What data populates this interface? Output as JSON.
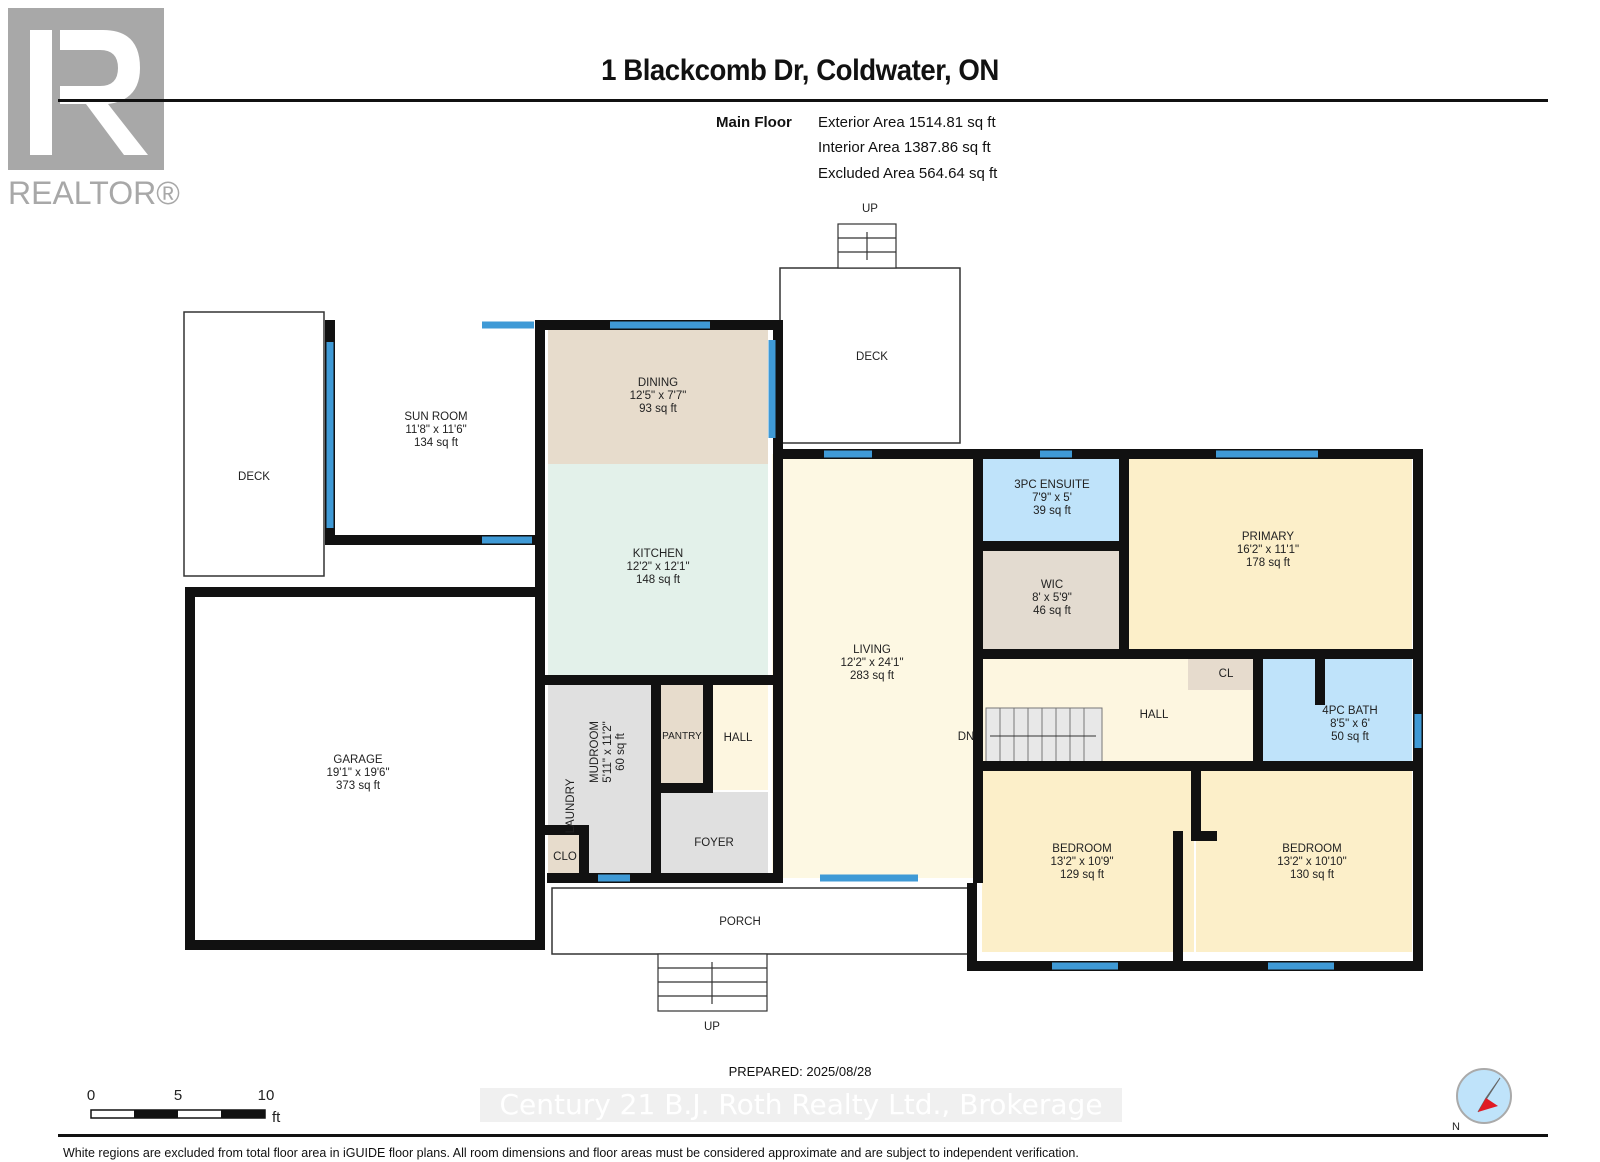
{
  "header": {
    "title": "1 Blackcomb Dr, Coldwater, ON",
    "logo_text": "REALTOR®"
  },
  "summary": {
    "floor": "Main Floor",
    "exterior": "Exterior Area 1514.81 sq ft",
    "interior": "Interior Area 1387.86 sq ft",
    "excluded": "Excluded Area 564.64 sq ft"
  },
  "rooms": {
    "sunroom": {
      "name": "SUN ROOM",
      "dims": "11'8\" x 11'6\"",
      "area": "134 sq ft"
    },
    "dining": {
      "name": "DINING",
      "dims": "12'5\" x 7'7\"",
      "area": "93 sq ft"
    },
    "kitchen": {
      "name": "KITCHEN",
      "dims": "12'2\" x 12'1\"",
      "area": "148 sq ft"
    },
    "living": {
      "name": "LIVING",
      "dims": "12'2\" x 24'1\"",
      "area": "283 sq ft"
    },
    "ensuite": {
      "name": "3PC ENSUITE",
      "dims": "7'9\" x 5'",
      "area": "39 sq ft"
    },
    "wic": {
      "name": "WIC",
      "dims": "8' x 5'9\"",
      "area": "46 sq ft"
    },
    "primary": {
      "name": "PRIMARY",
      "dims": "16'2\" x 11'1\"",
      "area": "178 sq ft"
    },
    "bath": {
      "name": "4PC BATH",
      "dims": "8'5\" x 6'",
      "area": "50 sq ft"
    },
    "bedroom1": {
      "name": "BEDROOM",
      "dims": "13'2\" x 10'9\"",
      "area": "129 sq ft"
    },
    "bedroom2": {
      "name": "BEDROOM",
      "dims": "13'2\" x 10'10\"",
      "area": "130 sq ft"
    },
    "garage": {
      "name": "GARAGE",
      "dims": "19'1\" x 19'6\"",
      "area": "373 sq ft"
    },
    "mudroom": {
      "name": "MUDROOM",
      "dims": "5'11\" x 11'2\"",
      "area": "60 sq ft"
    },
    "laundry": "LAUNDRY",
    "pantry": "PANTRY",
    "hall_small": "HALL",
    "hall": "HALL",
    "foyer": "FOYER",
    "clo": "CLO",
    "cl": "CL",
    "porch": "PORCH",
    "deck_left": "DECK",
    "deck_top": "DECK"
  },
  "labels": {
    "up_top": "UP",
    "up_bottom": "UP",
    "down": "DN"
  },
  "scale": {
    "ticks": [
      "0",
      "5",
      "10"
    ],
    "unit": "ft"
  },
  "footer": {
    "prepared": "PREPARED: 2025/08/28",
    "watermark": "Century 21 B.J. Roth Realty Ltd., Brokerage",
    "disclaimer": "White regions are excluded from total floor area in iGUIDE floor plans. All room dimensions and floor areas must be considered approximate and are subject to independent verification."
  },
  "colors": {
    "wall": "#111111",
    "window": "#3f9ad6",
    "bath": "#bfe3fa",
    "bedroom": "#fcefc9",
    "living": "#fdf8e3",
    "dining": "#e7dccc",
    "kitchen": "#e3f1ea",
    "utility": "#e0e0e0"
  }
}
